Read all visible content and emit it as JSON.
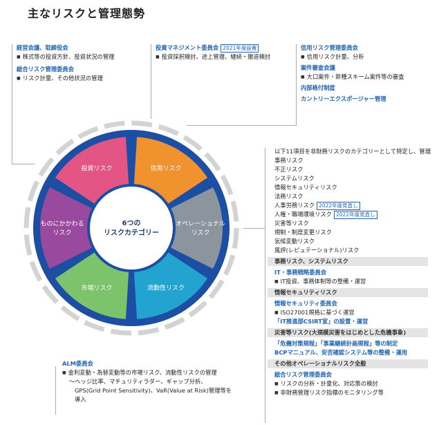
{
  "title": "主なリスクと管理態勢",
  "center": {
    "line1": "6つの",
    "line2": "リスクカテゴリー"
  },
  "segments": [
    {
      "label": "投資リスク",
      "lines": [
        "投資リスク"
      ],
      "color": "#e25585"
    },
    {
      "label": "信用リスク",
      "lines": [
        "信用リスク"
      ],
      "color": "#f0922d"
    },
    {
      "label": "オペレーショナルリスク",
      "lines": [
        "オペレーショナル",
        "リスク"
      ],
      "color": "#8c959e"
    },
    {
      "label": "流動性リスク",
      "lines": [
        "流動性リスク"
      ],
      "color": "#23a3cf"
    },
    {
      "label": "市場リスク",
      "lines": [
        "市場リスク"
      ],
      "color": "#7dc36c"
    },
    {
      "label": "ものにかかわるリスク",
      "lines": [
        "ものにかかわる",
        "リスク"
      ],
      "color": "#9a4a9e"
    }
  ],
  "colors": {
    "heading": "#1f63b1",
    "ring_blue": "#1c4fa3",
    "ring_gray": "#d3d3d3"
  },
  "investment": {
    "h1": "経営会議、取締役会",
    "i1": "株式等の投資方針、投資状況の管理",
    "h2": "総合リスク管理委員会",
    "i2": "リスク計量、その他状況の管理"
  },
  "riskmgmt": {
    "h1": "投資マネジメント委員会",
    "tag": "2021年度設置",
    "i1": "投資採択検討、途上管理、継続・撤退検討"
  },
  "credit": {
    "h1": "信用リスク管理委員会",
    "i1": "信用リスク計量、分析",
    "h2": "案件審査会議",
    "i2": "大口案件・新種スキーム案件等の審査",
    "h3": "内部格付制度",
    "h4": "カントリーエクスポージャー管理"
  },
  "operational": {
    "intro": "以下11項目を非財務リスクのカテゴリーとして特定し、管理",
    "items": [
      "事務リスク",
      "不正リスク",
      "システムリスク",
      "情報セキュリティリスク",
      "法務リスク",
      "人事労務リスク",
      "人権・職場環境リスク",
      "災害等リスク",
      "規制・制度変更リスク",
      "気候変動リスク",
      "風評(レピュテーショナル)リスク"
    ],
    "tag_hr": "2022年度見直し",
    "tag_human": "2022年度見直し",
    "bar1": "事務リスク、システムリスク",
    "b1_h": "IT・事務戦略委員会",
    "b1_i": "IT投資、事務体制等の整備・運営",
    "bar2": "情報セキュリティリスク",
    "b2_h": "情報セキュリティ委員会",
    "b2_i": "ISO27001規格に基づく運営",
    "b2_h2": "「IT推進部CSIRT室」の設置・運営",
    "bar3": "災害等リスク(大規模災害をはじめとした危機事象)",
    "b3_h": "「危機対策規程」「事業継続計画規程」等の制定",
    "b3_h2": "BCPマニュアル、安否確認システム等の整備・運用",
    "bar4": "その他オペレーショナルリスク全般",
    "b4_h": "総合リスク管理委員会",
    "b4_i1": "リスクの分析・計量化、対応策の検討",
    "b4_i2": "非財務管理リスク指標のモニタリング等"
  },
  "alm": {
    "h1": "ALM委員会",
    "i1": "金利変動・為替変動等の市場リスク、流動性リスクの管理",
    "l2": "〜ヘッジ比率、マチュリティラダー、ギャップ分析、",
    "l3": "GPS(Grid Point Sensitivity)、VaR(Value at Risk)管理等を",
    "l4": "導入"
  }
}
